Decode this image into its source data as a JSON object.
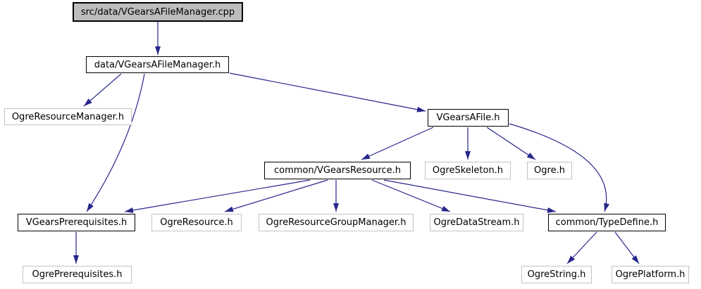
{
  "diagram": {
    "kind": "include-dependency-graph",
    "colors": {
      "edge": "#26268b",
      "source_node_fill": "#bdbdbd",
      "internal_node_border": "#000000",
      "external_node_border": "#c3c3c3",
      "background": "#ffffff",
      "text": "#000000"
    }
  },
  "nodes": [
    {
      "id": "cpp",
      "label": "src/data/VGearsAFileManager.cpp",
      "kind": "source"
    },
    {
      "id": "afm_h",
      "label": "data/VGearsAFileManager.h",
      "kind": "internal"
    },
    {
      "id": "orm",
      "label": "OgreResourceManager.h",
      "kind": "external"
    },
    {
      "id": "afile",
      "label": "VGearsAFile.h",
      "kind": "internal"
    },
    {
      "id": "vres",
      "label": "common/VGearsResource.h",
      "kind": "internal"
    },
    {
      "id": "oskel",
      "label": "OgreSkeleton.h",
      "kind": "external"
    },
    {
      "id": "ogre",
      "label": "Ogre.h",
      "kind": "external"
    },
    {
      "id": "vpre",
      "label": "VGearsPrerequisites.h",
      "kind": "internal"
    },
    {
      "id": "ores",
      "label": "OgreResource.h",
      "kind": "external"
    },
    {
      "id": "orgm",
      "label": "OgreResourceGroupManager.h",
      "kind": "external"
    },
    {
      "id": "ods",
      "label": "OgreDataStream.h",
      "kind": "external"
    },
    {
      "id": "tdef",
      "label": "common/TypeDefine.h",
      "kind": "internal"
    },
    {
      "id": "opre",
      "label": "OgrePrerequisites.h",
      "kind": "external"
    },
    {
      "id": "ostr",
      "label": "OgreString.h",
      "kind": "external"
    },
    {
      "id": "oplat",
      "label": "OgrePlatform.h",
      "kind": "external"
    }
  ],
  "edges": [
    {
      "from": "cpp",
      "to": "afm_h"
    },
    {
      "from": "afm_h",
      "to": "orm"
    },
    {
      "from": "afm_h",
      "to": "afile"
    },
    {
      "from": "afm_h",
      "to": "vpre"
    },
    {
      "from": "afile",
      "to": "vres"
    },
    {
      "from": "afile",
      "to": "oskel"
    },
    {
      "from": "afile",
      "to": "ogre"
    },
    {
      "from": "afile",
      "to": "tdef"
    },
    {
      "from": "vres",
      "to": "vpre"
    },
    {
      "from": "vres",
      "to": "ores"
    },
    {
      "from": "vres",
      "to": "orgm"
    },
    {
      "from": "vres",
      "to": "ods"
    },
    {
      "from": "vres",
      "to": "tdef"
    },
    {
      "from": "vpre",
      "to": "opre"
    },
    {
      "from": "tdef",
      "to": "ostr"
    },
    {
      "from": "tdef",
      "to": "oplat"
    }
  ]
}
